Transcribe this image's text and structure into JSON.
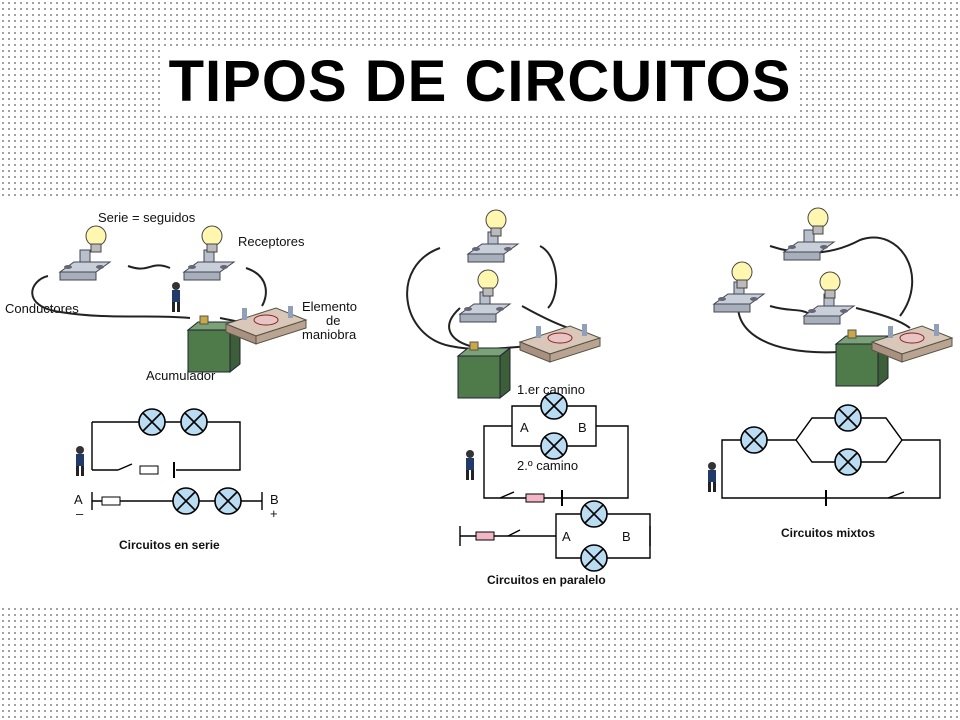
{
  "title": "TIPOS DE CIRCUITOS",
  "serie": {
    "heading": "Serie = seguidos",
    "receptores": "Receptores",
    "conductores": "Conductores",
    "elemento": [
      "Elemento",
      "de",
      "maniobra"
    ],
    "acumulador": "Acumulador",
    "terminal_a": "A",
    "terminal_b": "B",
    "minus": "–",
    "plus": "+",
    "caption": "Circuitos en serie"
  },
  "paralelo": {
    "camino1": "1.er camino",
    "camino2": "2.º camino",
    "node_a": "A",
    "node_b": "B",
    "caption": "Circuitos en paralelo"
  },
  "mixto": {
    "caption": "Circuitos mixtos"
  }
}
